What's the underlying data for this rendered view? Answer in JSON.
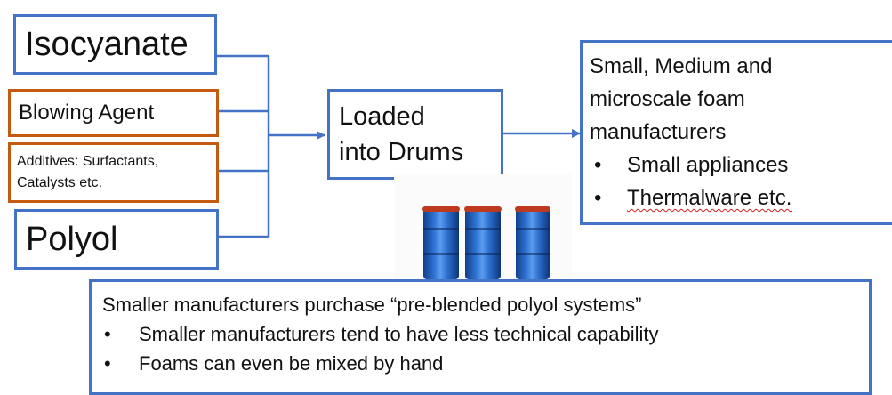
{
  "inputs": {
    "isocyanate": "Isocyanate",
    "blowing_agent": "Blowing Agent",
    "additives_line1": "Additives: Surfactants,",
    "additives_line2": "Catalysts etc.",
    "polyol": "Polyol"
  },
  "process": {
    "line1": "Loaded",
    "line2": "into Drums"
  },
  "output": {
    "line1": "Small, Medium and",
    "line2": "microscale foam",
    "line3": "manufacturers",
    "bullets": [
      "Small appliances",
      "Thermalware etc."
    ]
  },
  "note": {
    "heading": "Smaller manufacturers purchase “pre-blended polyol systems”",
    "bullets": [
      "Smaller manufacturers tend to have less technical capability",
      "Foams can even be mixed by hand"
    ]
  },
  "bullet_char": "•",
  "colors": {
    "blue_border": "#4472c4",
    "orange_border": "#c55a11",
    "connector": "#4472c4",
    "drum_blue": "#2e72d0",
    "drum_rim": "#bd3a1e"
  },
  "icons": [
    "arrow-icon",
    "drum-icon"
  ]
}
